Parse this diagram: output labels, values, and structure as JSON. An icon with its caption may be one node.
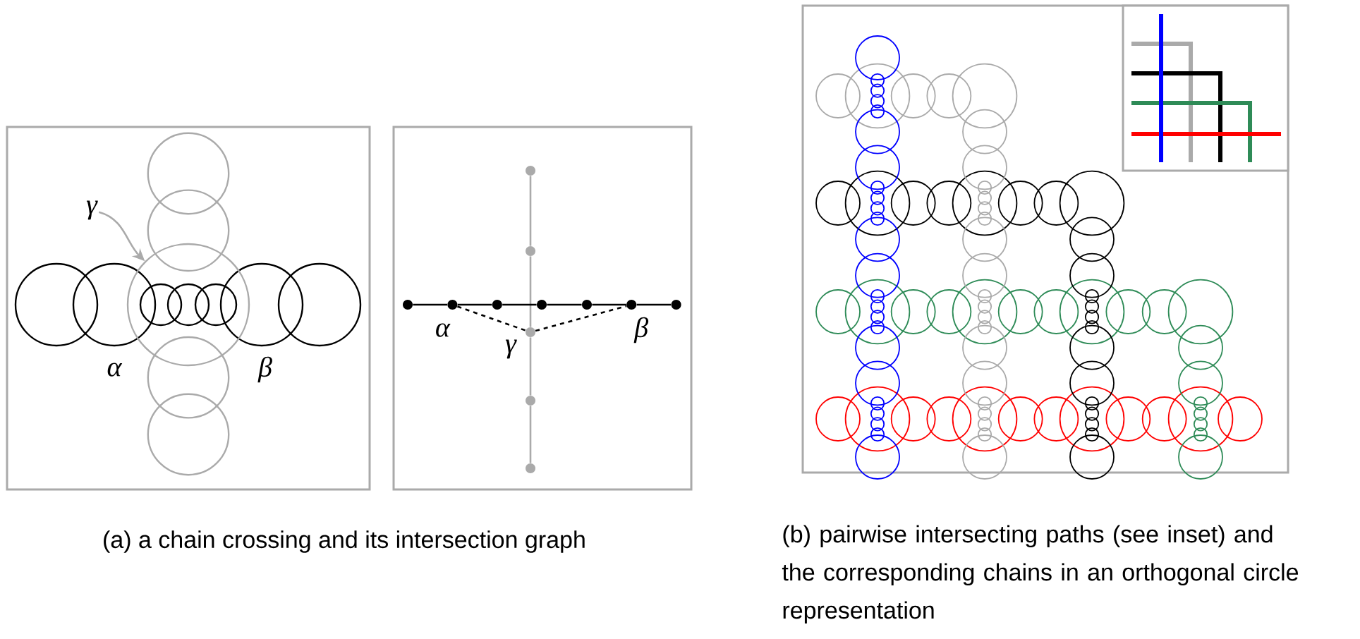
{
  "diagram": {
    "nodes": [
      {
        "text": [
          "γ"
        ]
      },
      {
        "text": [],
        "shape": "circle"
      },
      {
        "text": [],
        "shape": "circle"
      },
      {
        "text": [],
        "shape": "circle"
      },
      {
        "text": [],
        "shape": "circle"
      },
      {
        "text": [],
        "shape": "circle",
        "beside": [
          "α"
        ]
      },
      {
        "text": [],
        "shape": "circle"
      },
      {
        "text": [],
        "shape": "circle"
      },
      {
        "text": [],
        "shape": "circle"
      },
      {
        "text": [],
        "shape": "circle",
        "beside": [
          "β"
        ]
      },
      {
        "text": [],
        "shape": "circle"
      },
      {
        "text": [],
        "shape": "circle",
        "beside": [
          "γ"
        ]
      },
      {
        "text": [],
        "shape": "circle"
      },
      {
        "text": [],
        "shape": "circle"
      }
    ],
    "edges": [
      {
        "from": 0,
        "to": 1,
        "arrow": "to",
        "color": "#aaaaaa"
      },
      {
        "from": 2,
        "to": 3,
        "arrow": "none",
        "color": "#aaaaaa"
      },
      {
        "from": 3,
        "to": 11,
        "arrow": "none",
        "color": "#aaaaaa"
      },
      {
        "from": 11,
        "to": 12,
        "arrow": "none",
        "color": "#aaaaaa"
      },
      {
        "from": 12,
        "to": 13,
        "arrow": "none",
        "color": "#aaaaaa"
      },
      {
        "from": 4,
        "to": 5,
        "arrow": "none"
      },
      {
        "from": 5,
        "to": 6,
        "arrow": "none"
      },
      {
        "from": 6,
        "to": 7,
        "arrow": "none"
      },
      {
        "from": 7,
        "to": 8,
        "arrow": "none"
      },
      {
        "from": 8,
        "to": 9,
        "arrow": "none"
      },
      {
        "from": 9,
        "to": 10,
        "arrow": "none"
      },
      {
        "from": 5,
        "to": 11,
        "arrow": "none",
        "style": "dashed"
      },
      {
        "from": 11,
        "to": 9,
        "arrow": "none",
        "style": "dashed"
      }
    ],
    "labels": [
      "α",
      "β",
      "(a) a chain crossing and its intersection graph",
      "(b) pairwise intersecting paths (see inset) and the corresponding chains in an orthogonal circle representation"
    ]
  }
}
